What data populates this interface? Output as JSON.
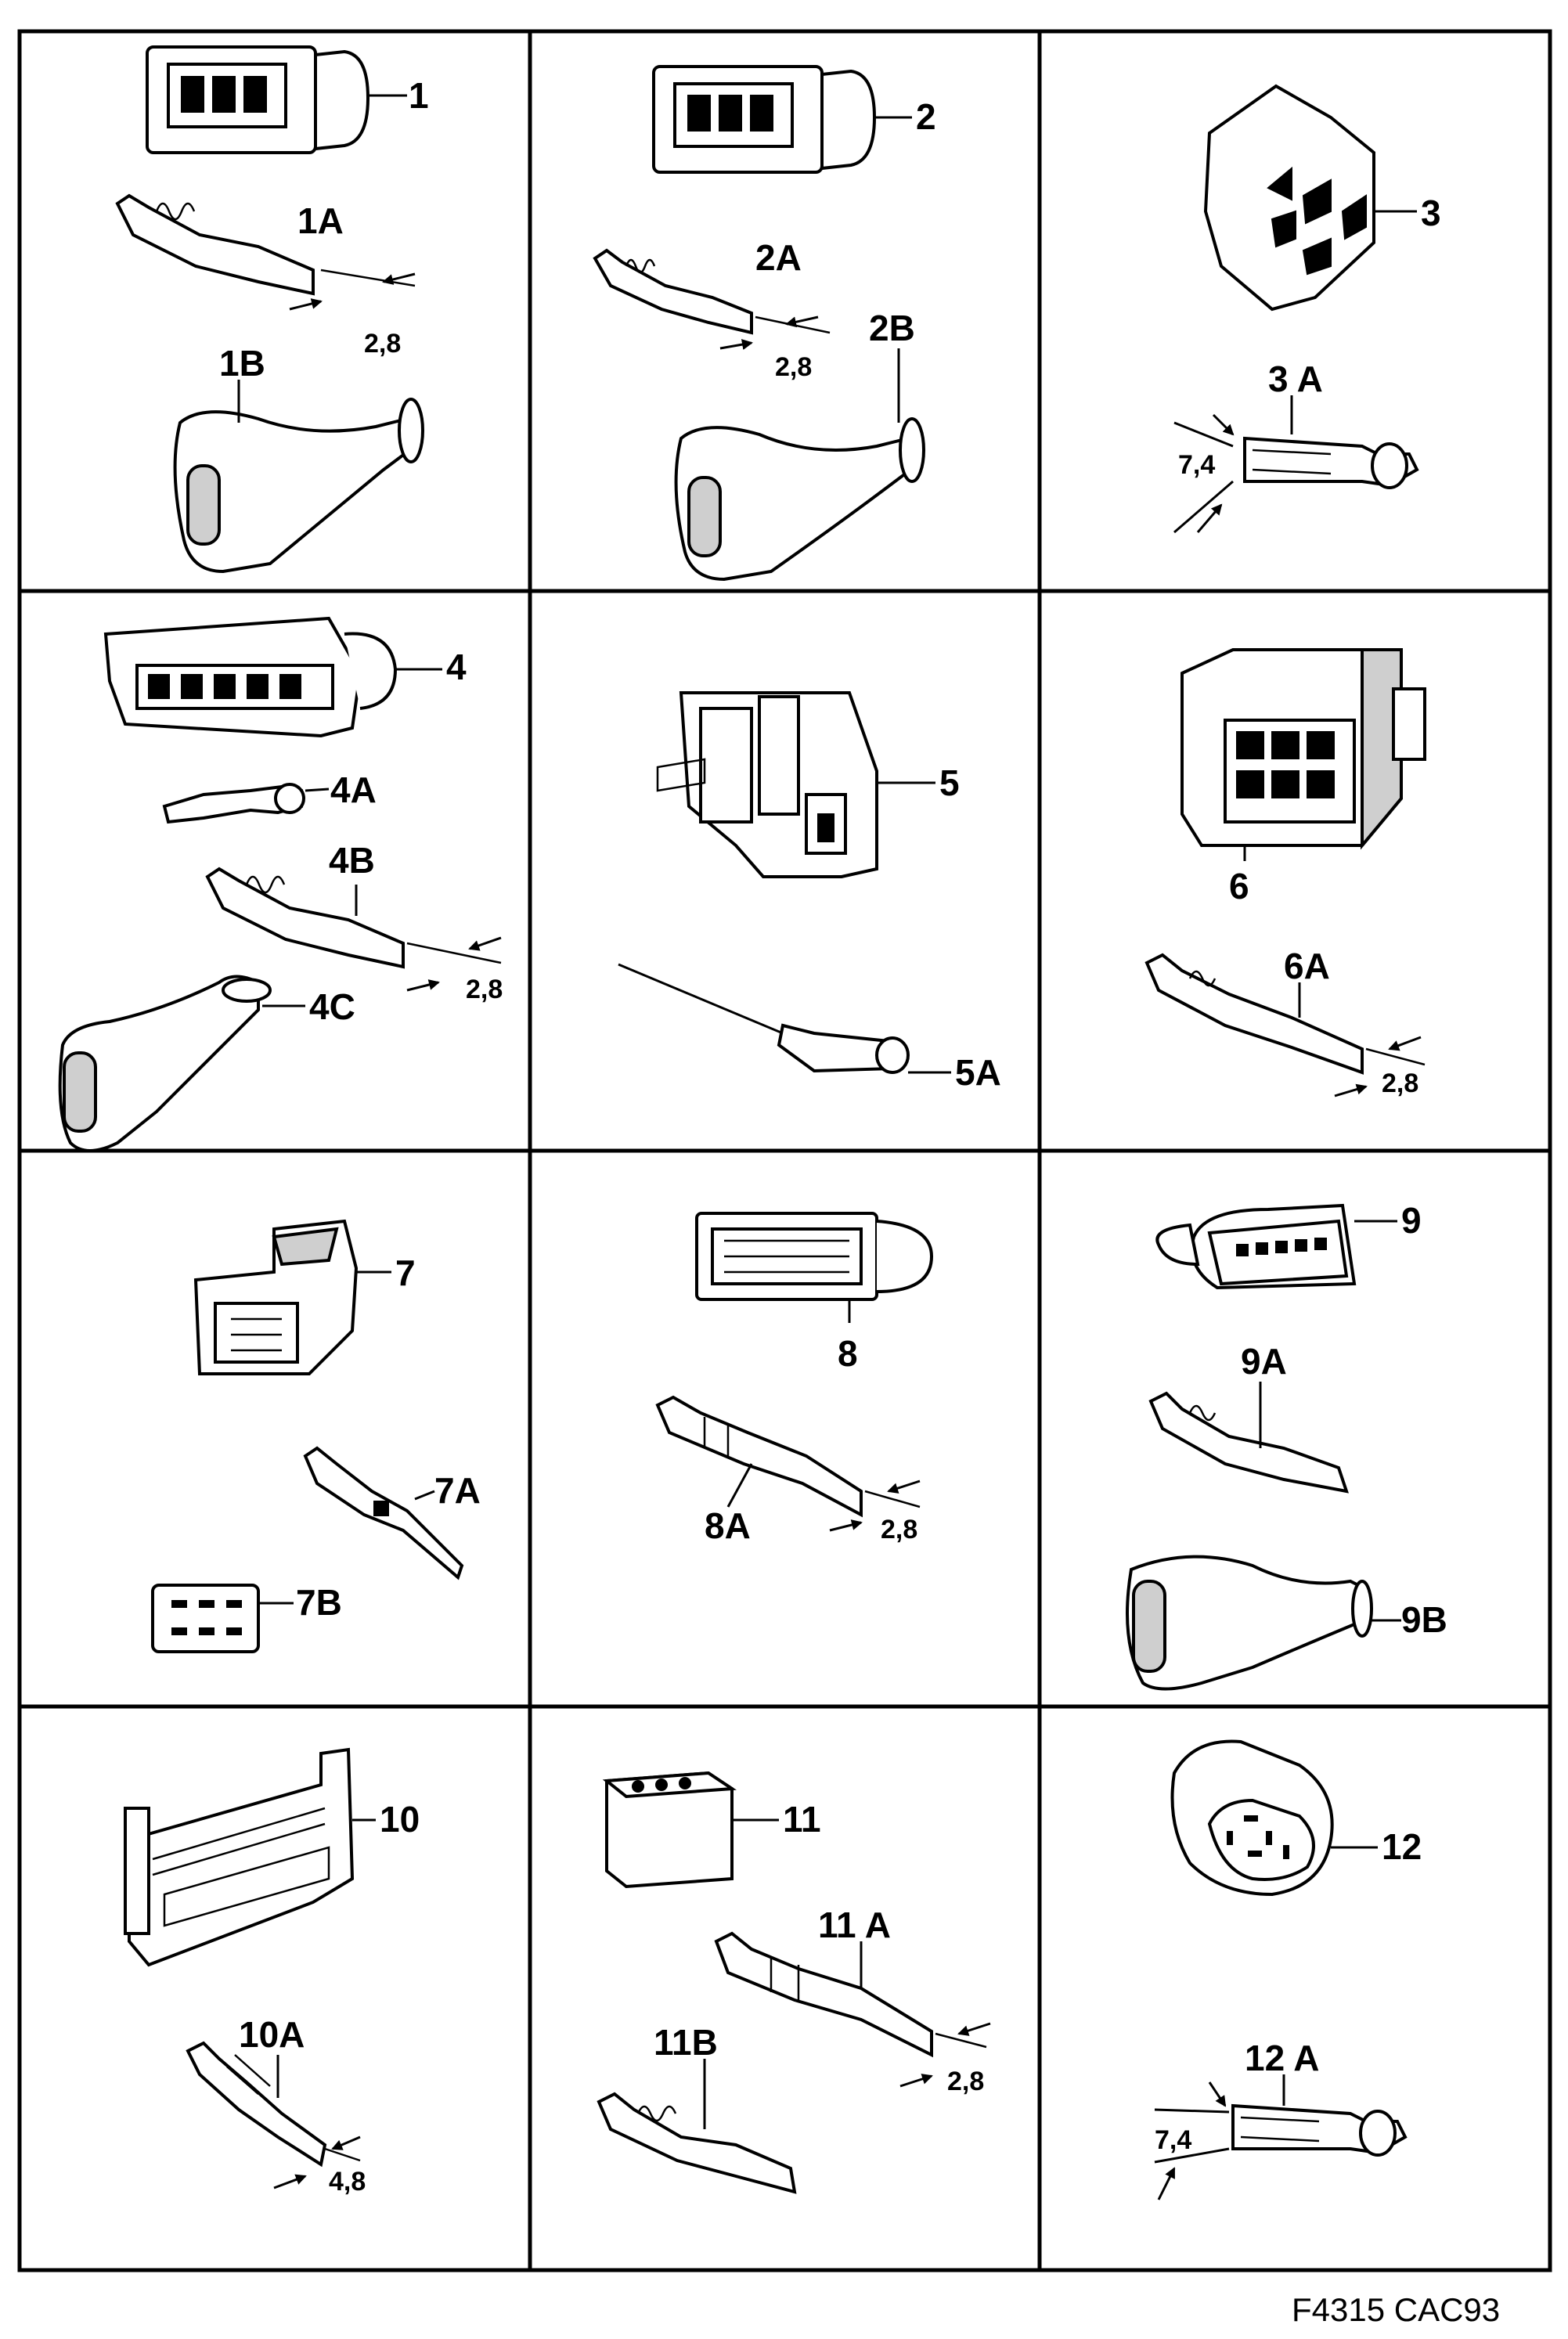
{
  "labels": {
    "p1": "1",
    "p1a": "1A",
    "p1b": "1B",
    "p2": "2",
    "p2a": "2A",
    "p2b": "2B",
    "p3": "3",
    "p3a": "3 A",
    "p4": "4",
    "p4a": "4A",
    "p4b": "4B",
    "p4c": "4C",
    "p5": "5",
    "p5a": "5A",
    "p6": "6",
    "p6a": "6A",
    "p7": "7",
    "p7a": "7A",
    "p7b": "7B",
    "p8": "8",
    "p8a": "8A",
    "p9": "9",
    "p9a": "9A",
    "p9b": "9B",
    "p10": "10",
    "p10a": "10A",
    "p11": "11",
    "p11a": "11 A",
    "p11b": "11B",
    "p12": "12",
    "p12a": "12 A"
  },
  "dimensions": {
    "d1": "2,8",
    "d2": "2,8",
    "d3": "7,4",
    "d4": "2,8",
    "d6": "2,8",
    "d8": "2,8",
    "d10": "4,8",
    "d11": "2,8",
    "d12": "7,4"
  },
  "footer": {
    "figure_code": "F4315 CAC93"
  }
}
